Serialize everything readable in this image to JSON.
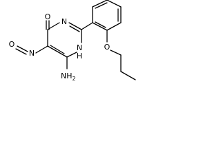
{
  "molecule": {
    "atoms": {
      "carbonyl_oxygen": "O",
      "ring_n3": "N",
      "ring_n1": "N",
      "ring_n1_h": "H",
      "nitroso_n": "N",
      "nitroso_o": "O",
      "amino_n": "NH",
      "amino_sub": "2",
      "ether_o": "O"
    }
  },
  "colors": {
    "bond": "#000000",
    "label": "#000000",
    "background": "#ffffff"
  }
}
